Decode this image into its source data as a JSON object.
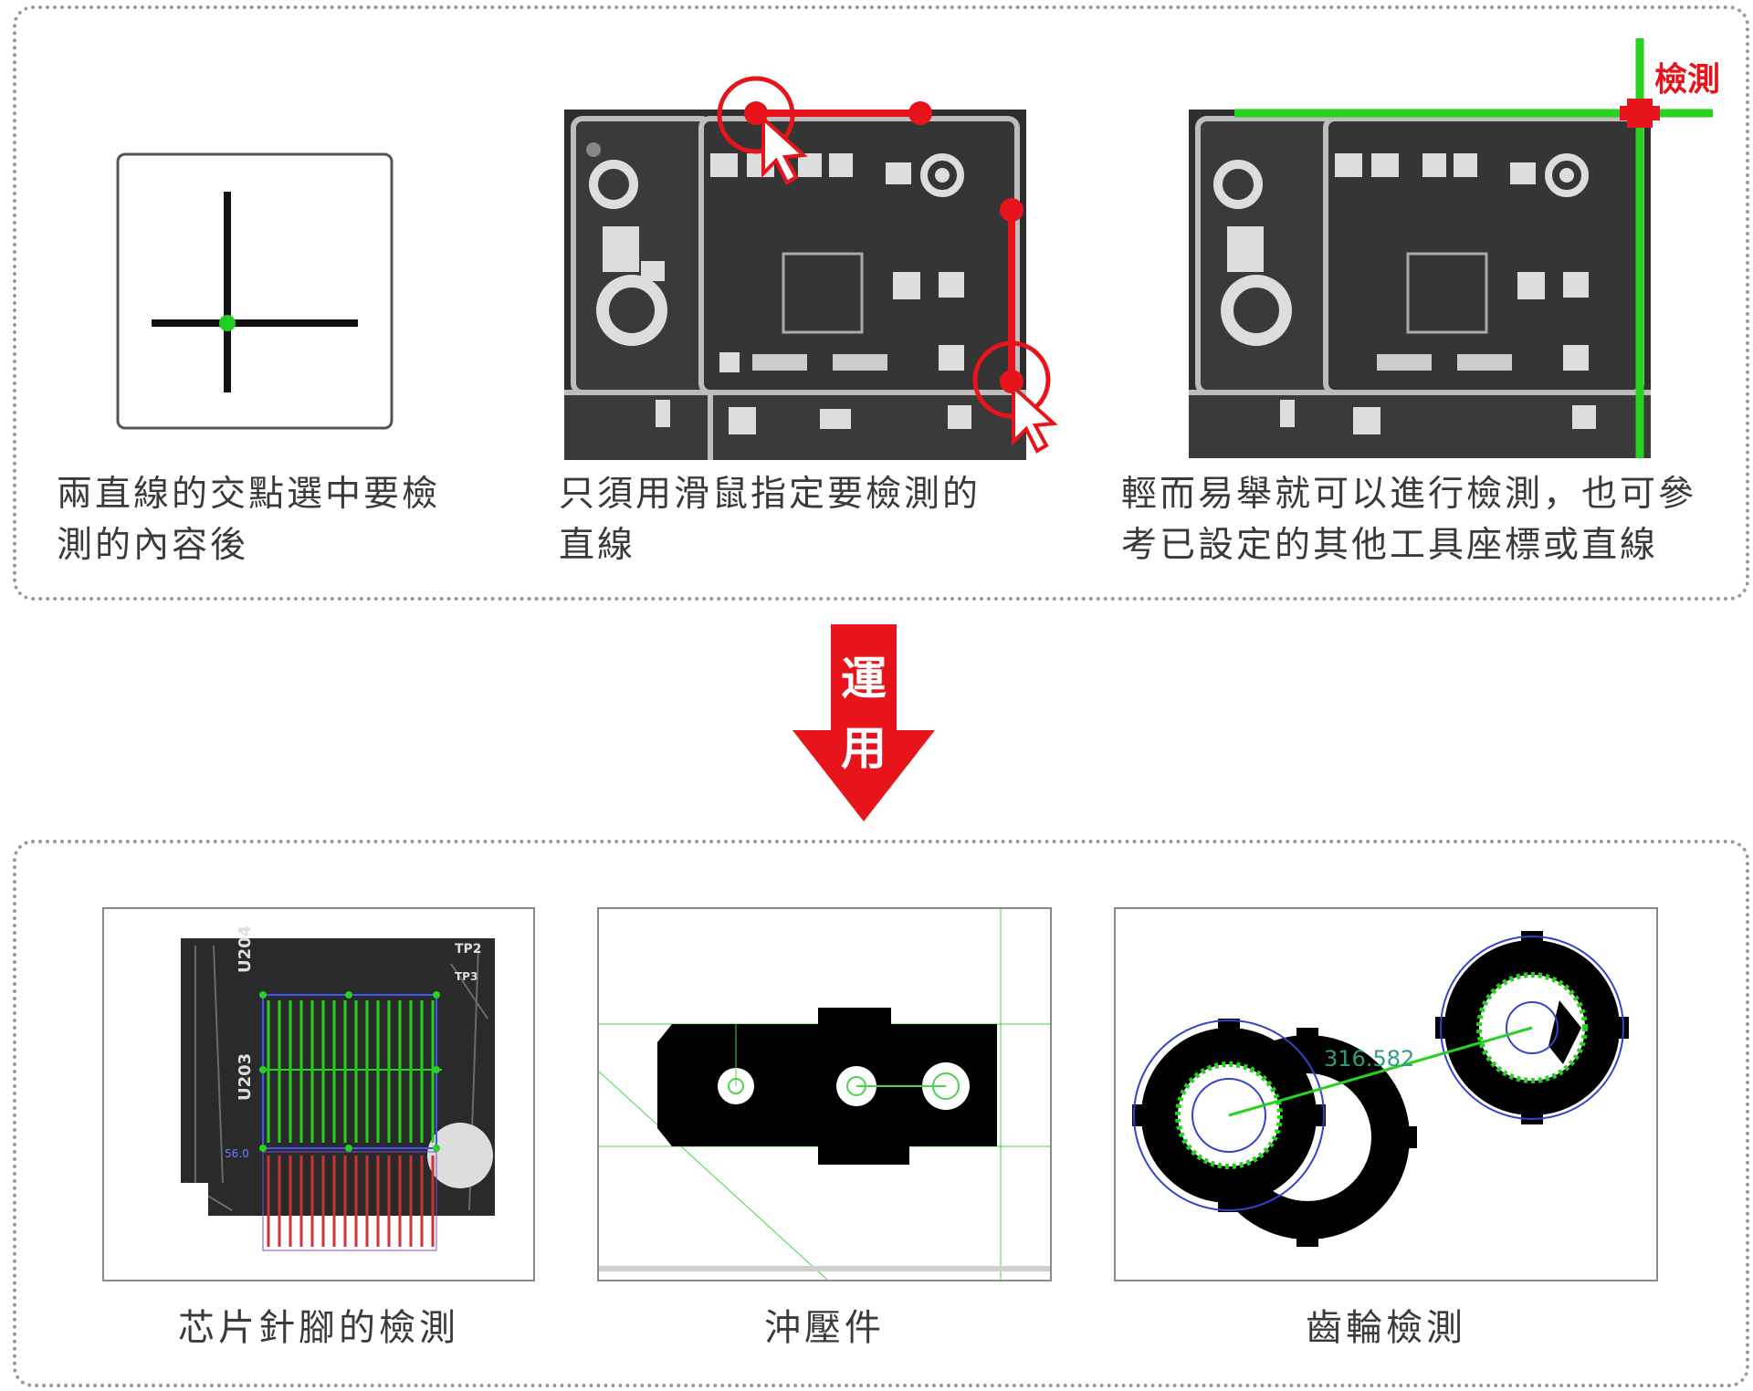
{
  "top": {
    "step1": {
      "caption_line1": "兩直線的交點選中要檢",
      "caption_line2": "測的內容後"
    },
    "step2": {
      "caption_line1": "只須用滑鼠指定要檢測的",
      "caption_line2": "直線"
    },
    "step3": {
      "caption_line1": "輕而易舉就可以進行檢測，也可參",
      "caption_line2": "考已設定的其他工具座標或直線",
      "detect_label": "檢測"
    }
  },
  "arrow": {
    "char1": "運",
    "char2": "用",
    "color": "#e8141c"
  },
  "bottom": {
    "example1": {
      "caption": "芯片針腳的檢測",
      "pcb_labels": [
        "U204",
        "U203",
        "TP2",
        "TP3"
      ],
      "value_label": "56.0"
    },
    "example2": {
      "caption": "沖壓件"
    },
    "example3": {
      "caption": "齒輪檢測",
      "distance_value": "316.582"
    }
  },
  "colors": {
    "accent_red": "#e8141c",
    "accent_green": "#27d11f",
    "border_gray": "#9a9a9a"
  }
}
